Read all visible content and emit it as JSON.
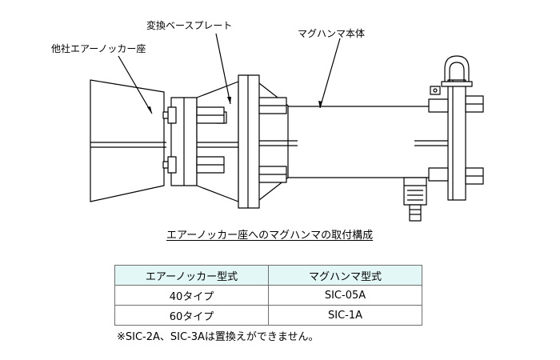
{
  "diagram": {
    "labels": {
      "other_seat": "他社エアーノッカー座",
      "adapter_plate": "変換ベースプレート",
      "maghammer_body": "マグハンマ本体"
    },
    "caption": "エアーノッカー座へのマグハンマの取付構成"
  },
  "table": {
    "headers": [
      "エアーノッカー型式",
      "マグハンマ型式"
    ],
    "rows": [
      [
        "40タイプ",
        "SIC-05A"
      ],
      [
        "60タイプ",
        "SIC-1A"
      ]
    ],
    "header_bg": "#e2f7f6"
  },
  "note": "※SIC-2A、SIC-3Aは置換えができません。"
}
